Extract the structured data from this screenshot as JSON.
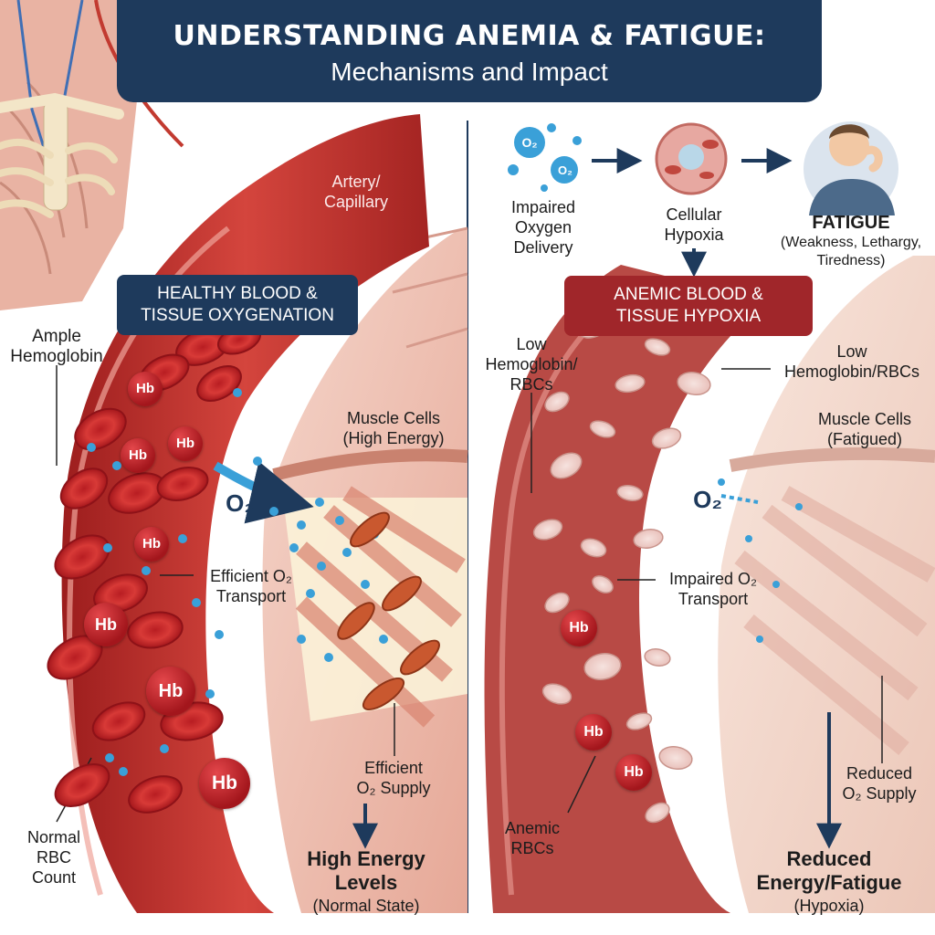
{
  "title": {
    "main": "UNDERSTANDING ANEMIA & FATIGUE:",
    "subtitle": "Mechanisms and Impact"
  },
  "healthy": {
    "vessel_label_1": "Artery/",
    "vessel_label_2": "Capillary",
    "box_line_1": "HEALTHY BLOOD &",
    "box_line_2": "TISSUE OXYGENATION",
    "hemoglobin_1": "Ample",
    "hemoglobin_2": "Hemoglobin",
    "muscle_1": "Muscle Cells",
    "muscle_2": "(High Energy)",
    "o2": "O₂",
    "transport_1": "Efficient O₂",
    "transport_2": "Transport",
    "supply_1": "Efficient",
    "supply_2": "O₂ Supply",
    "rbc_1": "Normal",
    "rbc_2": "RBC",
    "rbc_3": "Count",
    "outcome_1": "High Energy",
    "outcome_2": "Levels",
    "outcome_3": "(Normal State)"
  },
  "anemic": {
    "flow_1_line_1": "Impaired",
    "flow_1_line_2": "Oxygen",
    "flow_1_line_3": "Delivery",
    "flow_2_line_1": "Cellular",
    "flow_2_line_2": "Hypoxia",
    "fatigue_title": "FATIGUE",
    "fatigue_desc_1": "(Weakness, Lethargy,",
    "fatigue_desc_2": "Tiredness)",
    "box_line_1": "ANEMIC BLOOD &",
    "box_line_2": "TISSUE HYPOXIA",
    "low_left_1": "Low",
    "low_left_2": "Hemoglobin/",
    "low_left_3": "RBCs",
    "low_right_1": "Low",
    "low_right_2": "Hemoglobin/RBCs",
    "muscle_1": "Muscle Cells",
    "muscle_2": "(Fatigued)",
    "o2": "O₂",
    "transport_1": "Impaired O₂",
    "transport_2": "Transport",
    "supply_1": "Reduced",
    "supply_2": "O₂ Supply",
    "rbc_1": "Anemic",
    "rbc_2": "RBCs",
    "outcome_1": "Reduced",
    "outcome_2": "Energy/Fatigue",
    "outcome_3": "(Hypoxia)"
  },
  "hb_label": "Hb",
  "o2_bubble": "O₂",
  "icons": [
    "o2-molecule-icon",
    "cell-icon",
    "tired-person-icon",
    "arrow-right-icon",
    "arrow-down-icon"
  ],
  "colors": {
    "banner": "#1e3a5c",
    "anemic_box": "#a0262a",
    "vessel": "#c0312f",
    "rbc": "#d4272b",
    "oxygen": "#3aa0d8",
    "muscle": "#e8a89a"
  }
}
